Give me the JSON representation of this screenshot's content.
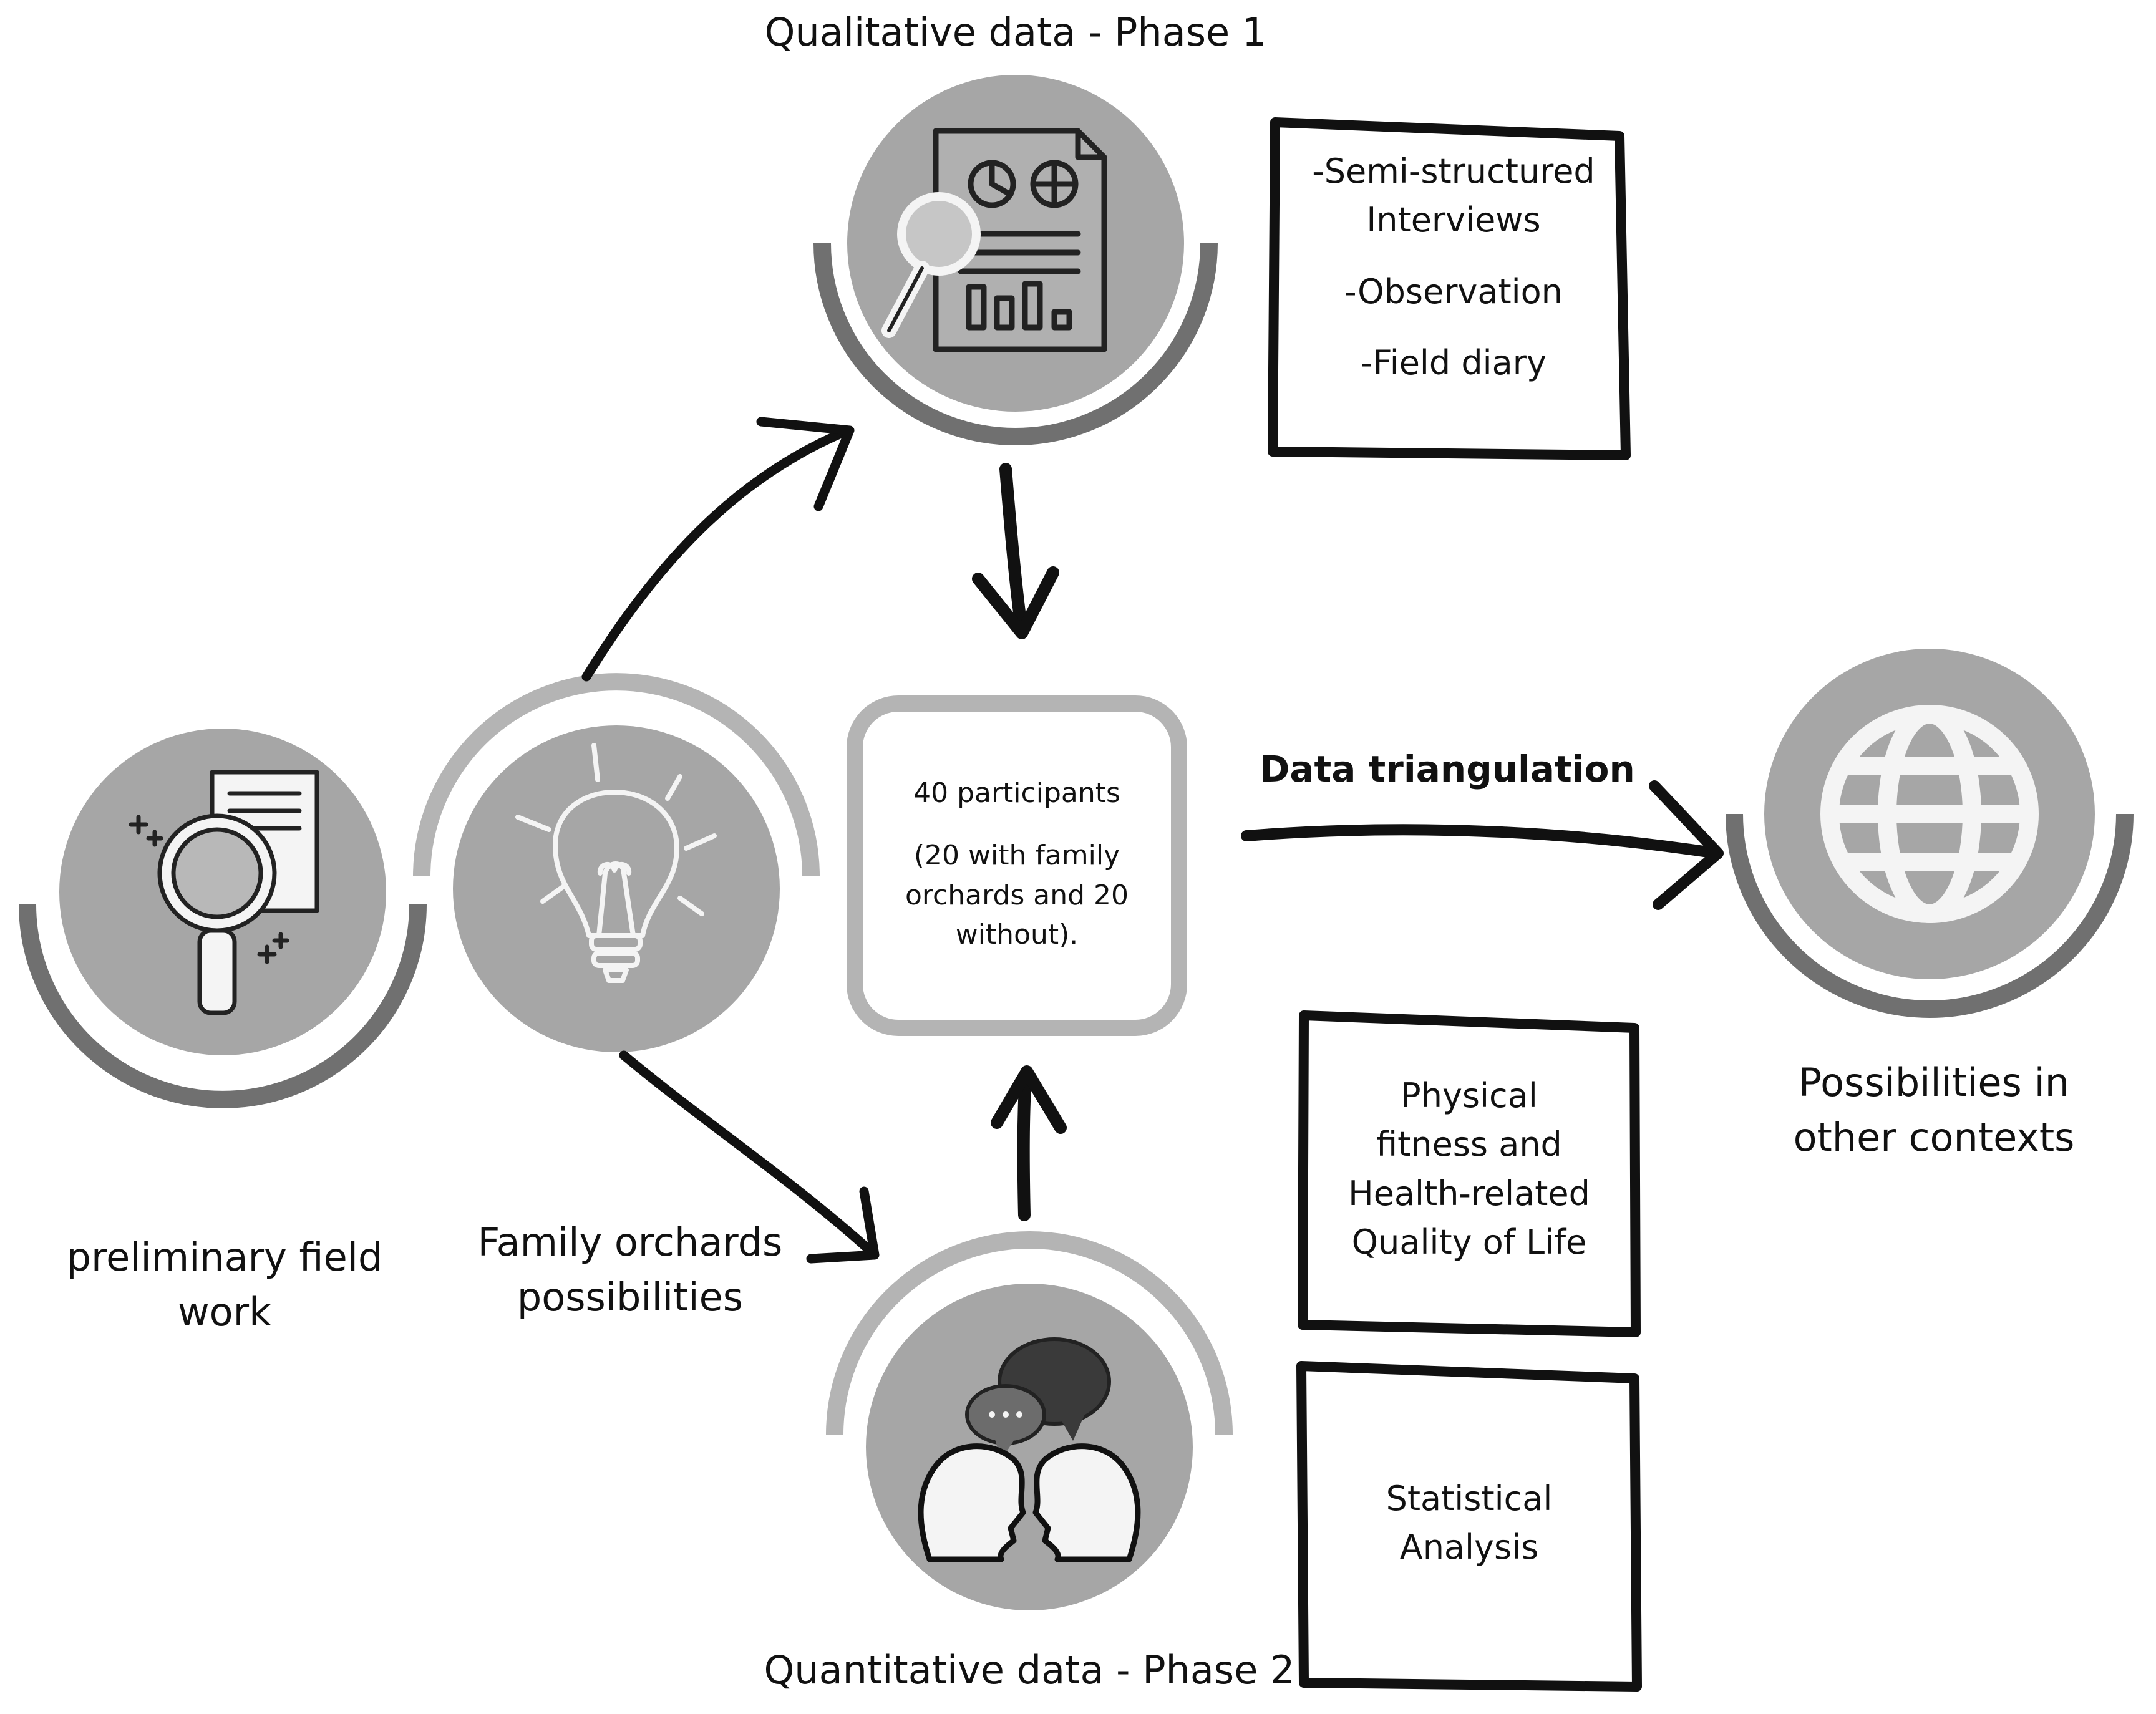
{
  "phase1": {
    "title": "Qualitative data - Phase 1",
    "methods": [
      "-Semi-structured",
      "Interviews",
      "-Observation",
      "-Field diary"
    ]
  },
  "phase2": {
    "title": "Quantitative data - Phase 2",
    "measures": [
      "Physical",
      "fitness and",
      "Health-related",
      "Quality of Life"
    ],
    "analysis": [
      "Statistical",
      "Analysis"
    ]
  },
  "center": {
    "line1": "40 participants",
    "line2": "(20 with family",
    "line3": "orchards and 20",
    "line4": "without)."
  },
  "fieldwork": [
    "preliminary field",
    "work"
  ],
  "orchards": [
    "Family orchards",
    "possibilities"
  ],
  "triangulation": "Data triangulation",
  "contexts": [
    "Possibilities in",
    "other contexts"
  ],
  "colors": {
    "circle_fill": "#a6a6a6",
    "arc_dark": "#707070",
    "arc_light": "#b4b4b4",
    "stroke": "#111111"
  },
  "icons": {
    "phase1": "report-magnifier-icon",
    "fieldwork": "document-magnifier-icon",
    "orchards": "lightbulb-icon",
    "phase2": "conversation-heads-icon",
    "contexts": "globe-icon"
  }
}
